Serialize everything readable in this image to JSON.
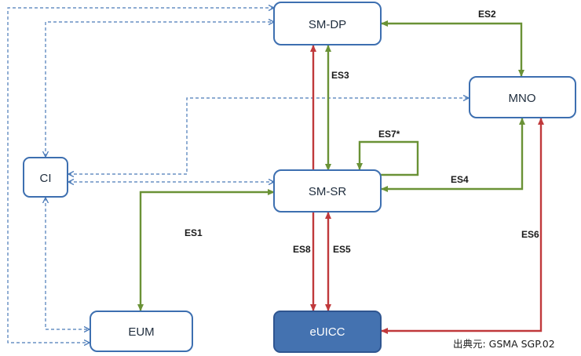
{
  "nodes": {
    "sm_dp": "SM-DP",
    "mno": "MNO",
    "ci": "CI",
    "sm_sr": "SM-SR",
    "eum": "EUM",
    "euicc": "eUICC"
  },
  "interfaces": {
    "es1": "ES1",
    "es2": "ES2",
    "es3": "ES3",
    "es4": "ES4",
    "es5": "ES5",
    "es6": "ES6",
    "es7": "ES7*",
    "es8": "ES8"
  },
  "source_note": "出典元: GSMA SGP.02",
  "colors": {
    "node_border": "#3d6fb0",
    "euicc_fill": "#4472b0",
    "green_arrow": "#6a9236",
    "red_arrow": "#c0393b",
    "dashed_arrow": "#4a7ab8"
  }
}
